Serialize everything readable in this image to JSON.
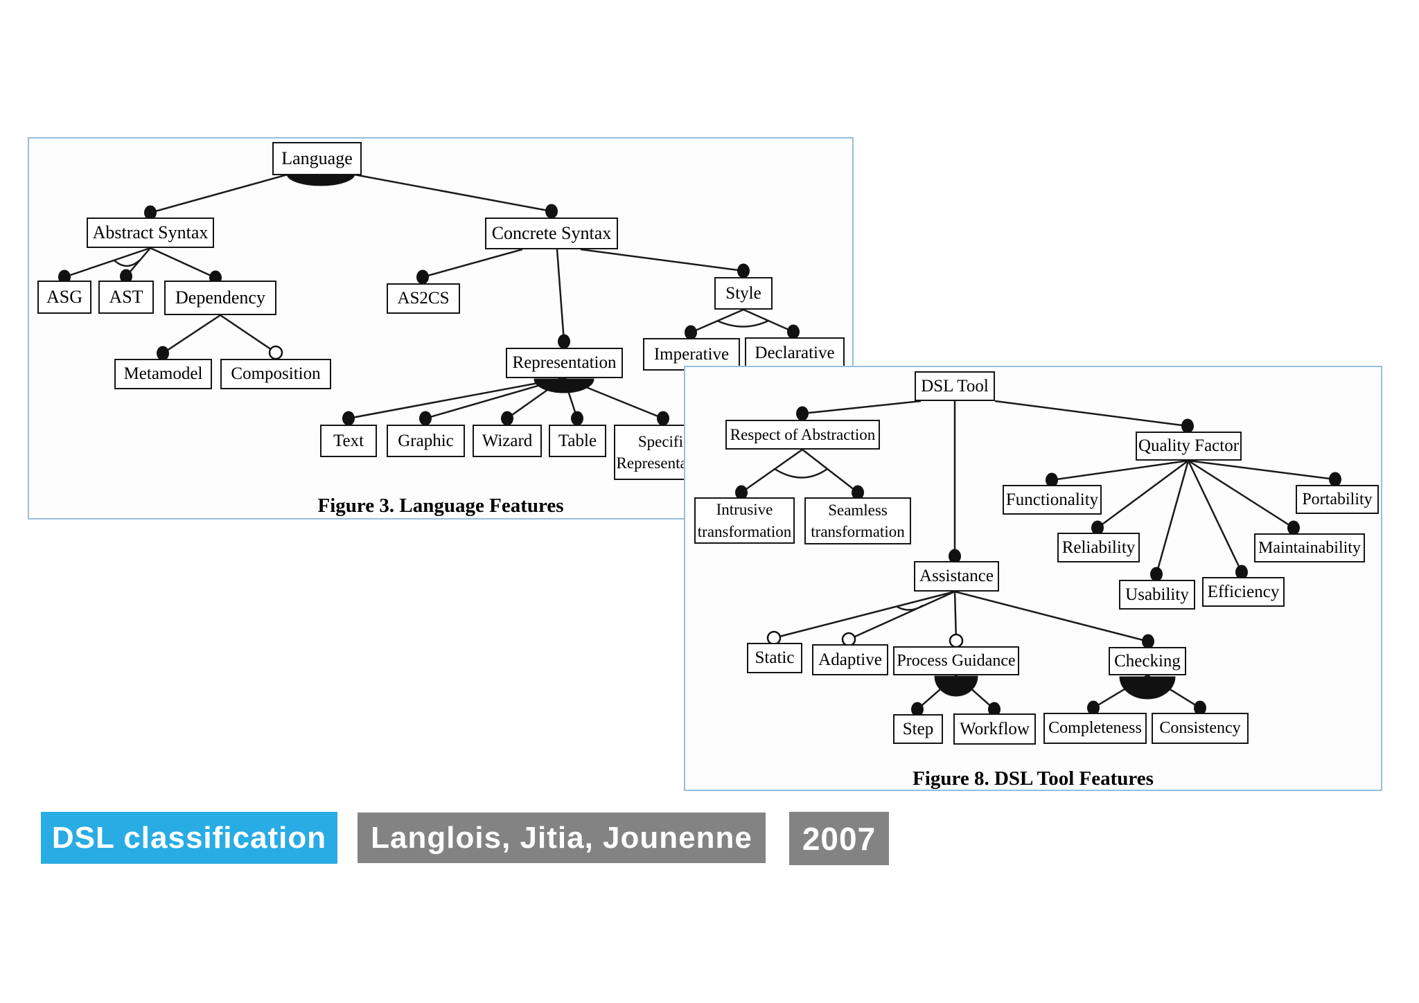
{
  "figure3": {
    "caption": "Figure 3. Language Features",
    "nodes": {
      "language": "Language",
      "abstract_syntax": "Abstract Syntax",
      "asg": "ASG",
      "ast": "AST",
      "dependency": "Dependency",
      "metamodel": "Metamodel",
      "composition": "Composition",
      "concrete_syntax": "Concrete Syntax",
      "as2cs": "AS2CS",
      "representation": "Representation",
      "style": "Style",
      "imperative": "Imperative",
      "declarative": "Declarative",
      "text": "Text",
      "graphic": "Graphic",
      "wizard": "Wizard",
      "table": "Table",
      "specific_representation": "Specific Representation"
    }
  },
  "figure8": {
    "caption": "Figure 8. DSL Tool Features",
    "nodes": {
      "dsl_tool": "DSL Tool",
      "respect_of_abstraction": "Respect of Abstraction",
      "intrusive_transformation": "Intrusive transformation",
      "seamless_transformation": "Seamless transformation",
      "assistance": "Assistance",
      "quality_factor": "Quality Factor",
      "functionality": "Functionality",
      "reliability": "Reliability",
      "usability": "Usability",
      "efficiency": "Efficiency",
      "maintainability": "Maintainability",
      "portability": "Portability",
      "static": "Static",
      "adaptive": "Adaptive",
      "process_guidance": "Process Guidance",
      "checking": "Checking",
      "step": "Step",
      "workflow": "Workflow",
      "completeness": "Completeness",
      "consistency": "Consistency"
    }
  },
  "footer": {
    "topic": "DSL classification",
    "authors": "Langlois, Jitia, Jounenne",
    "year": "2007"
  },
  "colors": {
    "accent_cyan": "#29ace4",
    "label_gray": "#838383",
    "panel_border": "#97bedd"
  }
}
